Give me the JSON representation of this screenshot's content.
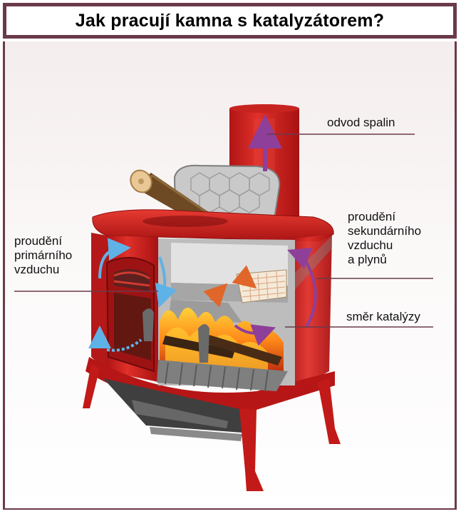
{
  "title": "Jak pracují kamna s katalyzátorem?",
  "labels": {
    "flue": "odvod spalin",
    "primary": [
      "proudění",
      "primárního",
      "vzduchu"
    ],
    "secondary": [
      "proudění",
      "sekundárního",
      "vzduchu",
      "a plynů"
    ],
    "catalysis": "směr katalýzy"
  },
  "colors": {
    "frame": "#6b3a4a",
    "stove_red": "#d7231f",
    "primary_arrow": "#5fb2e6",
    "secondary_arrow": "#8e3f9a",
    "catalyst_arrow": "#e0662a"
  }
}
